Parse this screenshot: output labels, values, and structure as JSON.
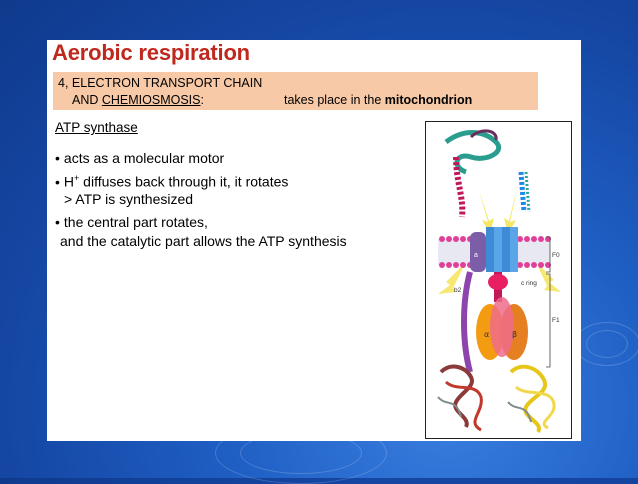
{
  "slide": {
    "title": "Aerobic respiration",
    "band": {
      "line1_prefix": "4, ",
      "line1_main": "ELECTRON TRANSPORT CHAIN",
      "line2_and": "AND ",
      "line2_chemi": "CHEMIOSMOSIS",
      "line2_colon": ":",
      "right_text": "takes place in the ",
      "right_bold": "mitochondrion"
    },
    "subtitle": "ATP synthase",
    "bullets": [
      {
        "dot": "•",
        "text": "acts as a molecular motor"
      },
      {
        "dot": "•",
        "text_a": "H",
        "sup": "+",
        "text_b": " diffuses back through it, it rotates"
      },
      {
        "text": "> ATP is synthesized"
      },
      {
        "dot": "•",
        "text": "the central part rotates,"
      },
      {
        "text": "and the catalytic part allows the ATP synthesis"
      }
    ],
    "figure": {
      "labels": {
        "fo": "F0",
        "f1": "F1",
        "a": "a",
        "b2": "b2",
        "c_ring": "c ring",
        "alpha": "α",
        "beta": "β"
      }
    }
  }
}
